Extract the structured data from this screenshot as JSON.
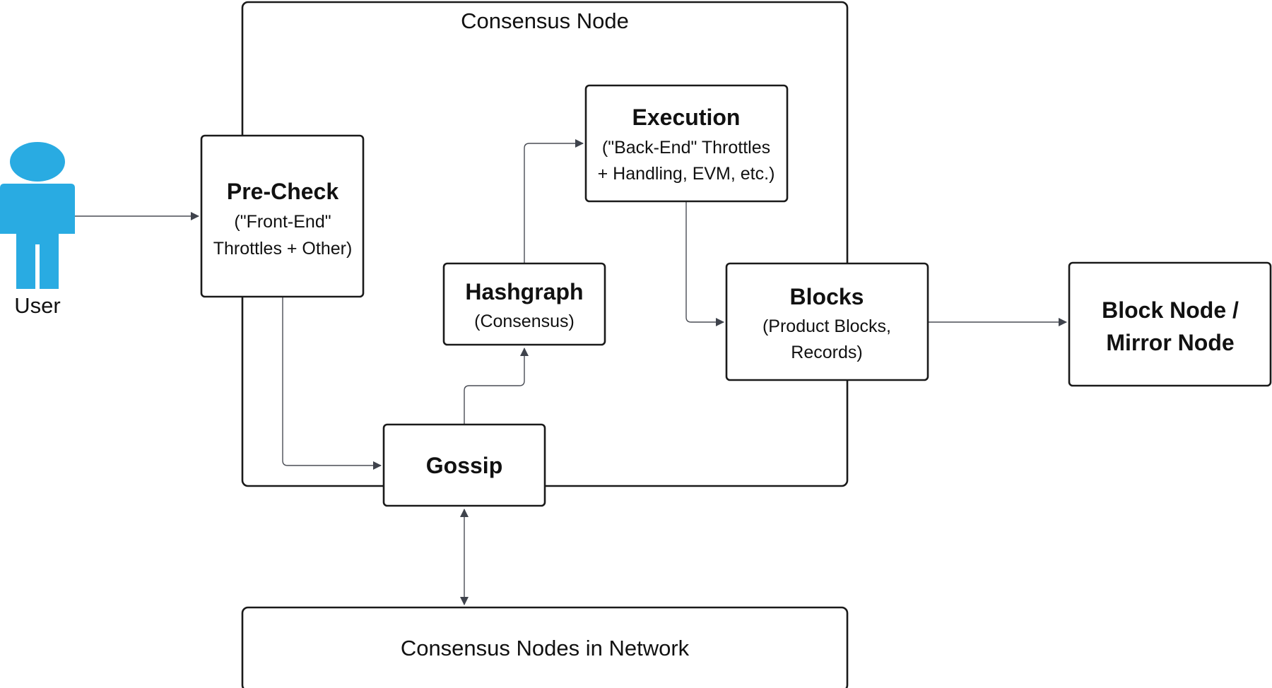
{
  "colors": {
    "user_icon": "#29abe2",
    "edge": "#4a4d55",
    "border": "#1a1a1a"
  },
  "icons": {
    "user": "person-icon"
  },
  "user": {
    "label": "User"
  },
  "consensus_node": {
    "title": "Consensus Node"
  },
  "nodes": {
    "precheck": {
      "title": "Pre-Check",
      "lines": [
        "(\"Front-End\"",
        "Throttles + Other)"
      ]
    },
    "execution": {
      "title": "Execution",
      "lines": [
        "(\"Back-End\" Throttles",
        "+ Handling, EVM, etc.)"
      ]
    },
    "hashgraph": {
      "title": "Hashgraph",
      "lines": [
        "(Consensus)"
      ]
    },
    "blocks": {
      "title": "Blocks",
      "lines": [
        "(Product Blocks,",
        "Records)"
      ]
    },
    "gossip": {
      "title": "Gossip"
    },
    "block_node": {
      "title_lines": [
        "Block Node /",
        "Mirror Node"
      ]
    },
    "network": {
      "title": "Consensus Nodes in Network"
    }
  }
}
